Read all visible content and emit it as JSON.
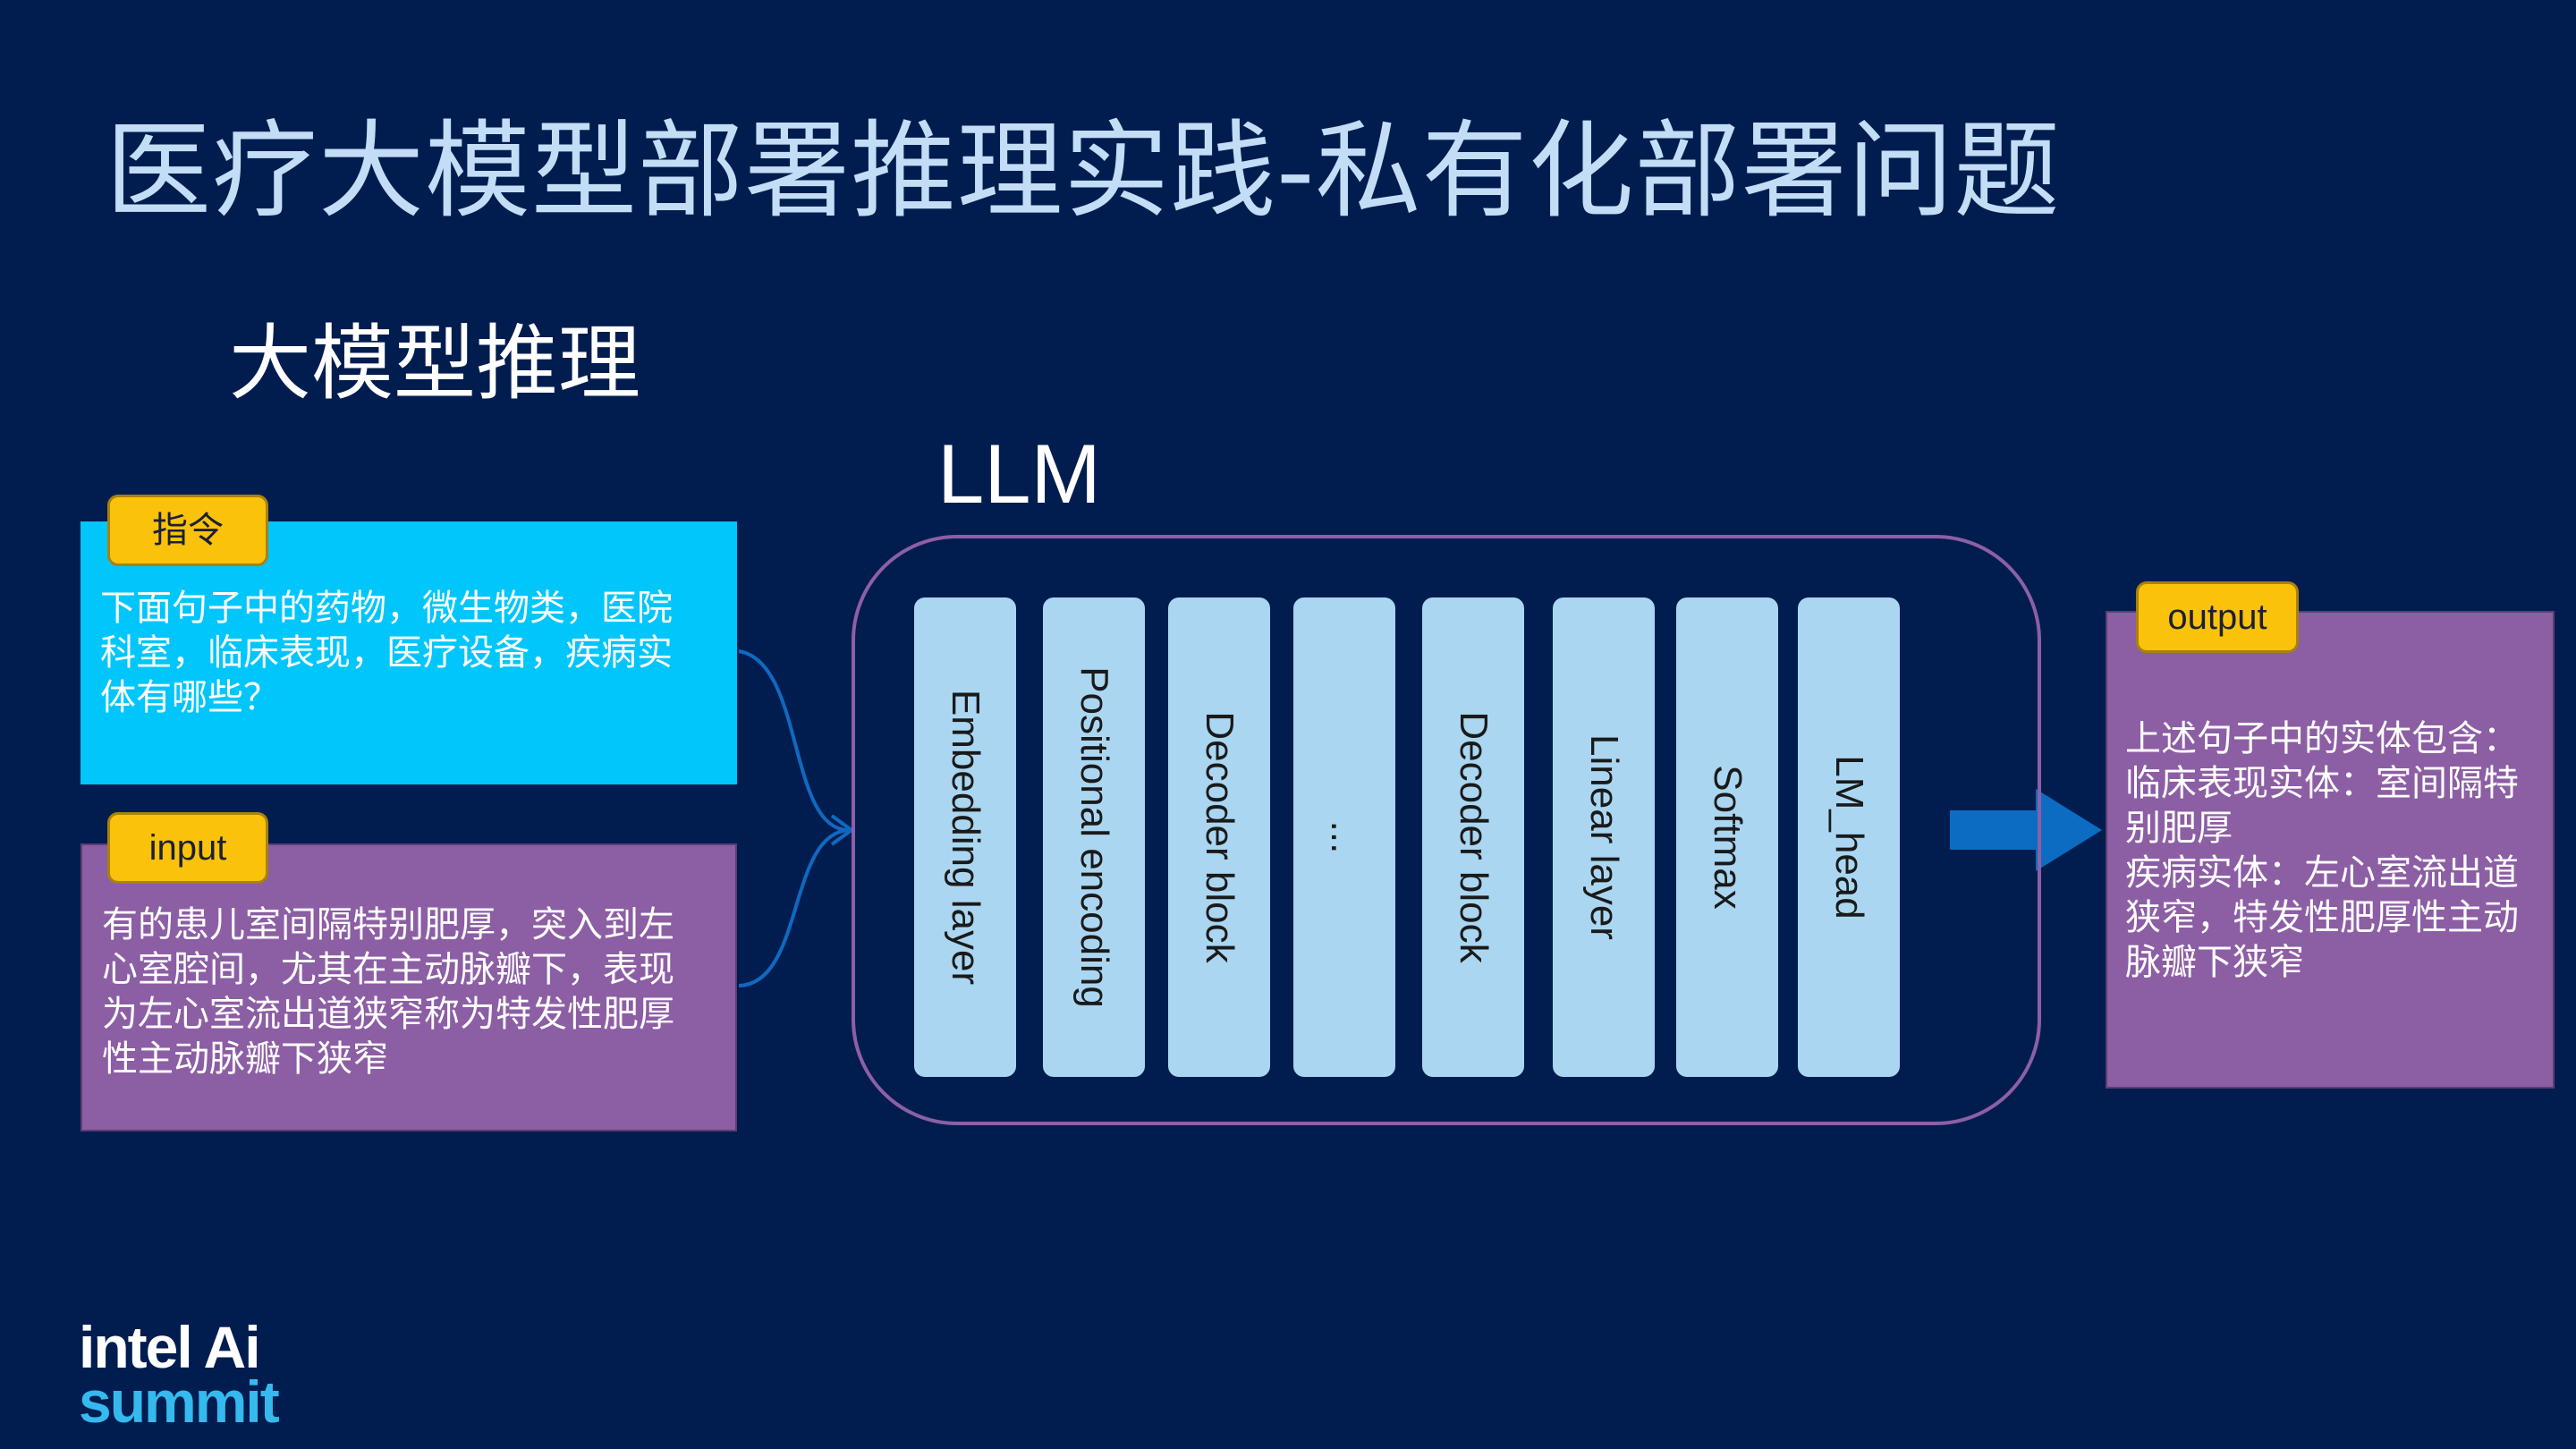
{
  "slide": {
    "title": "医疗大模型部署推理实践-私有化部署问题",
    "subtitle": "大模型推理"
  },
  "llm": {
    "label": "LLM",
    "layers": [
      "Embedding layer",
      "Positional encoding",
      "Decoder block",
      "...",
      "Decoder block",
      "Linear layer",
      "Softmax",
      "LM_head"
    ]
  },
  "instruction": {
    "tag": "指令",
    "text": "下面句子中的药物，微生物类，医院科室，临床表现，医疗设备，疾病实体有哪些？"
  },
  "input": {
    "tag": "input",
    "text": "有的患儿室间隔特别肥厚，突入到左心室腔间，尤其在主动脉瓣下，表现为左心室流出道狭窄称为特发性肥厚性主动脉瓣下狭窄"
  },
  "output": {
    "tag": "output",
    "lines": [
      "上述句子中的实体包含：",
      "临床表现实体：室间隔特别肥厚",
      "疾病实体：左心室流出道狭窄，特发性肥厚性主动脉瓣下狭窄"
    ]
  },
  "logo": {
    "line1": "intel Ai",
    "line2": "summit"
  },
  "colors": {
    "background": "#011d4f",
    "instruction_box": "#00c6fb",
    "purple_box": "#8c5ea4",
    "tag": "#fbc20b",
    "layer": "#aad6f1",
    "arrow": "#0b6cc2"
  }
}
